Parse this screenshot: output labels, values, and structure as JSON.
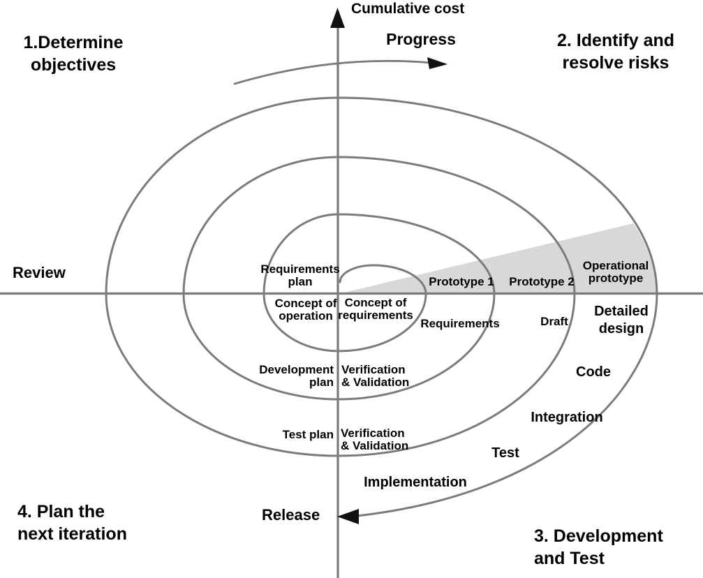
{
  "colors": {
    "line": "#7b7b7b",
    "wedge": "#d8d8d8",
    "arrow": "#111111",
    "text": "#000000"
  },
  "axes": {
    "vertical_label": "Cumulative cost",
    "flow_label": "Progress"
  },
  "quadrants": {
    "q1": {
      "line1": "1.Determine",
      "line2": "objectives"
    },
    "q2": {
      "line1": "2. Identify and",
      "line2": "resolve risks"
    },
    "q3": {
      "line1": "3. Development",
      "line2": "and Test"
    },
    "q4": {
      "line1": "4. Plan the",
      "line2": "next iteration"
    }
  },
  "milestones": {
    "review": "Review",
    "release": "Release"
  },
  "spiral_labels": {
    "requirements_plan": {
      "line1": "Requirements",
      "line2": "plan"
    },
    "concept_of_operation": {
      "line1": "Concept of",
      "line2": "operation"
    },
    "concept_of_requirements": {
      "line1": "Concept of",
      "line2": "requirements"
    },
    "prototype_1": "Prototype 1",
    "prototype_2": "Prototype 2",
    "operational_prototype": {
      "line1": "Operational",
      "line2": "prototype"
    },
    "requirements": "Requirements",
    "draft": "Draft",
    "detailed_design": {
      "line1": "Detailed",
      "line2": "design"
    },
    "code": "Code",
    "integration": "Integration",
    "test": "Test",
    "implementation": "Implementation",
    "development_plan": {
      "line1": "Development",
      "line2": "plan"
    },
    "verification_validation_upper": {
      "line1": "Verification",
      "line2": "& Validation"
    },
    "test_plan": "Test plan",
    "verification_validation_lower": {
      "line1": "Verification",
      "line2": "& Validation"
    }
  }
}
